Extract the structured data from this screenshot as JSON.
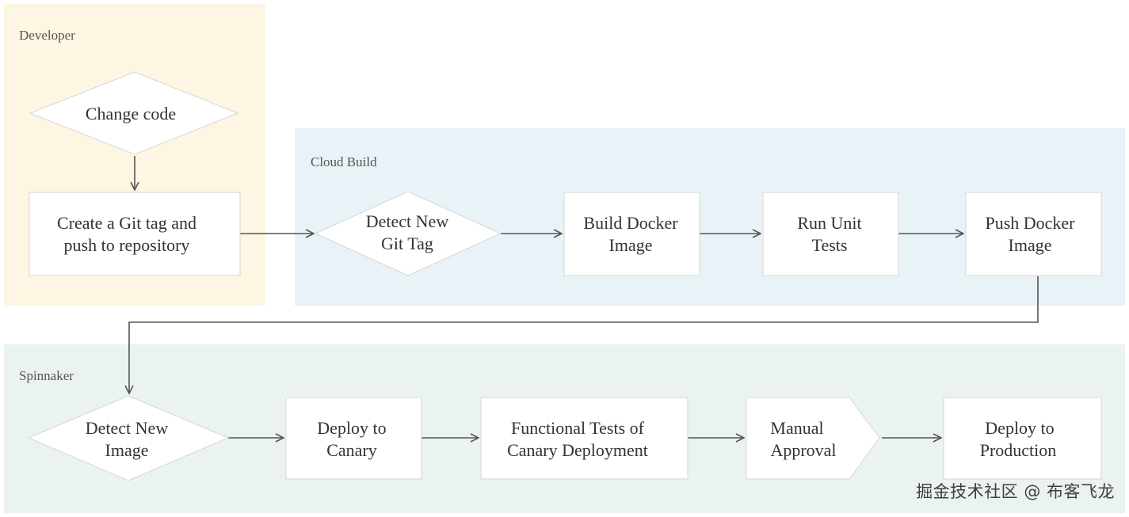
{
  "lanes": {
    "developer": "Developer",
    "cloud_build": "Cloud Build",
    "spinnaker": "Spinnaker"
  },
  "nodes": {
    "change_code": [
      "Change code"
    ],
    "create_git_tag": [
      "Create a Git tag and",
      "push to repository"
    ],
    "detect_git_tag": [
      "Detect New",
      "Git Tag"
    ],
    "build_docker": [
      "Build Docker",
      "Image"
    ],
    "run_unit_tests": [
      "Run Unit",
      "Tests"
    ],
    "push_docker": [
      "Push Docker",
      "Image"
    ],
    "detect_image": [
      "Detect New",
      "Image"
    ],
    "deploy_canary": [
      "Deploy to",
      "Canary"
    ],
    "functional_tests": [
      "Functional Tests of",
      "Canary Deployment"
    ],
    "manual_approval": [
      "Manual",
      "Approval"
    ],
    "deploy_production": [
      "Deploy to",
      "Production"
    ]
  },
  "watermark": "掘金技术社区 @ 布客飞龙",
  "colors": {
    "developer_lane": "#fdf6e3",
    "cloud_lane": "#e9f3f7",
    "spinnaker_lane": "#ebf3ee",
    "node_border": "#d6d6d6",
    "arrow": "#555555"
  }
}
